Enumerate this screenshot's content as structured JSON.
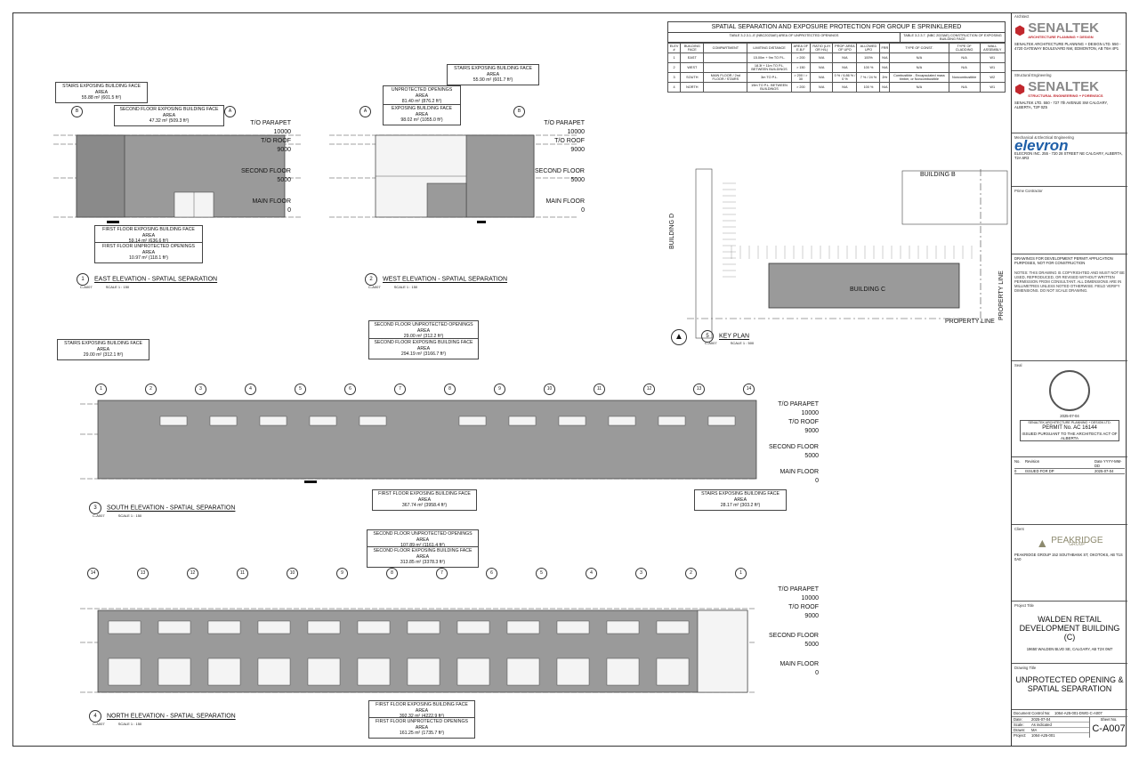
{
  "spatial_table": {
    "title": "SPATIAL SEPARATION AND EXPOSURE PROTECTION FOR GROUP E SPRINKLERED",
    "sub_left": "TABLE 3.2.3.1.-E (NBC2023AE) AREA OF UNPROTECTED OPENINGS",
    "sub_right": "TABLE 3.2.3.7. (NBC 2023AE) CONSTRUCTION OF EXPOSING BUILDING FACE",
    "headers": [
      "ELEV #",
      "BUILDING FACE",
      "COMPARTMENT",
      "LIMITING DISTANCE",
      "AREA OF E.B.F",
      "RATIO (L/H OR H/L)",
      "PROP. AREA OF UPO",
      "ALLOWED UPO",
      "FRR",
      "TYPE OF CONST.",
      "TYPE OF CLADDING",
      "WALL ASSEMBLY"
    ],
    "rows": [
      [
        "1",
        "EAST",
        "",
        "15.00m + 9m TO P.L.",
        "> 200",
        "N/A",
        "N/A",
        "100%",
        "N/A",
        "N/A",
        "N/A",
        "W1"
      ],
      [
        "2",
        "WEST",
        "",
        "18.3f + 11m TO P.L. BETWEEN BUILDINGS",
        "> 150",
        "N/A",
        "N/A",
        "100 %",
        "N/A",
        "N/A",
        "N/A",
        "W1"
      ],
      [
        "3",
        "SOUTH",
        "MAIN FLOOR / 2nd FLOOR / STAIRS",
        "3m TO P.L.",
        "> 200 / > 30",
        "N/A",
        "0 % / 6.86 % / 0 %",
        "7 % / 24 %",
        "2Hr",
        "Combustible - Encapsulated mass timber, or Noncombustible",
        "Noncombustible",
        "W2"
      ],
      [
        "4",
        "NORTH",
        "",
        "19m TO P.L. BETWEEN BUILDINGS",
        "> 200",
        "N/A",
        "N/A",
        "100 %",
        "N/A",
        "N/A",
        "N/A",
        "W1"
      ]
    ]
  },
  "levels": {
    "parapet": "T/O PARAPET",
    "parapet_val": "10000",
    "roof": "T/O ROOF",
    "roof_val": "9000",
    "second": "SECOND FLOOR",
    "second_val": "5000",
    "main": "MAIN FLOOR",
    "main_val": "0"
  },
  "east": {
    "c1": [
      "STAIRS EXPOSING BUILDING FACE AREA",
      "55.88 m² (601.5 ft²)"
    ],
    "c2": [
      "SECOND FLOOR EXPOSING BUILDING FACE AREA",
      "47.32 m² (509.3 ft²)"
    ],
    "c3": [
      "FIRST FLOOR EXPOSING BUILDING FACE AREA",
      "59.14 m² (636.6 ft²)"
    ],
    "c4": [
      "FIRST FLOOR UNPROTECTED OPENINGS AREA",
      "10.97 m² (118.1 ft²)"
    ],
    "grid_l": "B",
    "grid_r": "A",
    "num": "1",
    "title": "EAST ELEVATION - SPATIAL SEPARATION",
    "sheet": "C-A007",
    "scale": "SCALE 1 : 150"
  },
  "west": {
    "c1": [
      "STAIRS EXPOSING BUILDING FACE AREA",
      "55.90 m² (601.7 ft²)"
    ],
    "c2": [
      "UNPROTECTED OPENINGS AREA",
      "81.40 m² (876.2 ft²)"
    ],
    "c3": [
      "EXPOSING BUILDING FACE AREA",
      "98.02 m² (1055.0 ft²)"
    ],
    "grid_l": "A",
    "grid_r": "B",
    "num": "2",
    "title": "WEST ELEVATION - SPATIAL SEPARATION",
    "sheet": "C-A007",
    "scale": "SCALE 1 : 150"
  },
  "south": {
    "c1": [
      "STAIRS EXPOSING BUILDING FACE AREA",
      "29.00 m² (312.1 ft²)"
    ],
    "c2": [
      "SECOND FLOOR UNPROTECTED OPENINGS AREA",
      "29.00 m² (312.2 ft²)"
    ],
    "c3": [
      "SECOND FLOOR EXPOSING BUILDING FACE AREA",
      "294.19 m² (3166.7 ft²)"
    ],
    "c4": [
      "FIRST FLOOR EXPOSING BUILDING FACE AREA",
      "367.74 m² (3958.4 ft²)"
    ],
    "c5": [
      "STAIRS EXPOSING BUILDING FACE AREA",
      "28.17 m² (303.2 ft²)"
    ],
    "grid": [
      "1",
      "2",
      "3",
      "4",
      "5",
      "6",
      "7",
      "8",
      "9",
      "10",
      "11",
      "12",
      "13",
      "14"
    ],
    "num": "3",
    "title": "SOUTH ELEVATION - SPATIAL SEPARATION",
    "sheet": "C-A007",
    "scale": "SCALE 1 : 150"
  },
  "north": {
    "c1": [
      "SECOND FLOOR UNPROTECTED OPENINGS AREA",
      "107.89 m² (1161.4 ft²)"
    ],
    "c2": [
      "SECOND FLOOR EXPOSING BUILDING FACE AREA",
      "313.85 m² (3378.3 ft²)"
    ],
    "c3": [
      "FIRST FLOOR EXPOSING BUILDING FACE AREA",
      "392.32 m² (4222.9 ft²)"
    ],
    "c4": [
      "FIRST FLOOR UNPROTECTED OPENINGS AREA",
      "161.25 m² (1735.7 ft²)"
    ],
    "grid": [
      "14",
      "13",
      "12",
      "11",
      "10",
      "9",
      "8",
      "7",
      "6",
      "5",
      "4",
      "3",
      "2",
      "1"
    ],
    "num": "4",
    "title": "NORTH ELEVATION - SPATIAL SEPARATION",
    "sheet": "C-A007",
    "scale": "SCALE 1 : 150"
  },
  "keyplan": {
    "building_b": "BUILDING B",
    "building_c": "BUILDING C",
    "building_d": "BUILDING D",
    "property_line": "PROPERTY LINE",
    "num": "5",
    "title": "KEY PLAN",
    "sheet": "C-A007",
    "scale": "SCALE 1 : 500"
  },
  "titleblock": {
    "architect_head": "Architect",
    "architect_name": "SENALTEK",
    "architect_sub": "ARCHITECTURE PLANNING + DESIGN",
    "architect_addr": "SENALTEK ARCHITECTURE PLANNING + DESIGN LTD. 550 - 4720 GATEWAY BOULEVARD NW, EDMONTON, AB T6H 4P1",
    "struct_head": "Structural Engineering",
    "struct_name": "SENALTEK",
    "struct_sub": "STRUCTURAL ENGINEERING + FORENSICS",
    "struct_addr": "SENALTEK LTD. 550 - 727 7th AVENUE SW CALGARY, ALBERTA, T2P 0Z5",
    "mech_head": "Mechanical & Electrical Engineering",
    "mech_name": "elevron",
    "mech_addr": "ELECRON INC. 255 - 720 28 STREET NE CALGARY, ALBERTA, T2A 6R3",
    "prime_head": "Prime Contractor",
    "notes_head": "DRAWINGS FOR DEVELOPMENT PERMIT APPLICATION PURPOSES, NOT FOR CONSTRUCTION",
    "notes": "NOTES: THIS DRAWING IS COPYRIGHTED AND MUST NOT BE USED, REPRODUCED, OR REVISED WITHOUT WRITTEN PERMISSION FROM CONSULTANT. ALL DIMENSIONS ARE IN MILLIMETRES UNLESS NOTED OTHERWISE. FIELD VERIFY DIMENSIONS. DO NOT SCALE DRAWING.",
    "seal_head": "Seal",
    "seal_date": "2025-07-04",
    "permit_l1": "SENALTEK ARCHITECTURE PLANNING + DESIGN LTD.",
    "permit_l2": "PERMIT No. AC 16144",
    "permit_l3": "ISSUED PURSUANT TO THE ARCHITECTS ACT OF ALBERTA",
    "rev_headers": [
      "No.",
      "Revision",
      "Date YYYY-MM-DD"
    ],
    "rev_row": [
      "0",
      "ISSUED FOR DP",
      "2025-07-04"
    ],
    "client_head": "Client",
    "client_name": "PEAKRIDGE",
    "client_sub": "GROUP",
    "client_addr": "PEAKRIDGE GROUP 152 SOUTHBANK ST, OKOTOKS, AB T1S 0A0",
    "project_head": "Project Title",
    "project_title": "WALDEN RETAIL DEVELOPMENT BUILDING (C)",
    "project_addr": "19650 WALDEN BLVD SE, CALGARY, AB T2X 0M7",
    "drawing_head": "Drawing Title",
    "drawing_title": "UNPROTECTED OPENING & SPATIAL SEPARATION",
    "doc_label": "Document Control No:",
    "doc_val": "1064-A25-001-DWG-C-A007",
    "date_label": "Date:",
    "date_val": "2025-07-04",
    "scale_label": "Scale:",
    "scale_val": "As indicated",
    "drawn_label": "Drawn:",
    "drawn_val": "MA",
    "project_label": "Project:",
    "project_val": "1064-A25-001",
    "sheet_label": "Sheet No.",
    "sheet_no": "C-A007"
  }
}
